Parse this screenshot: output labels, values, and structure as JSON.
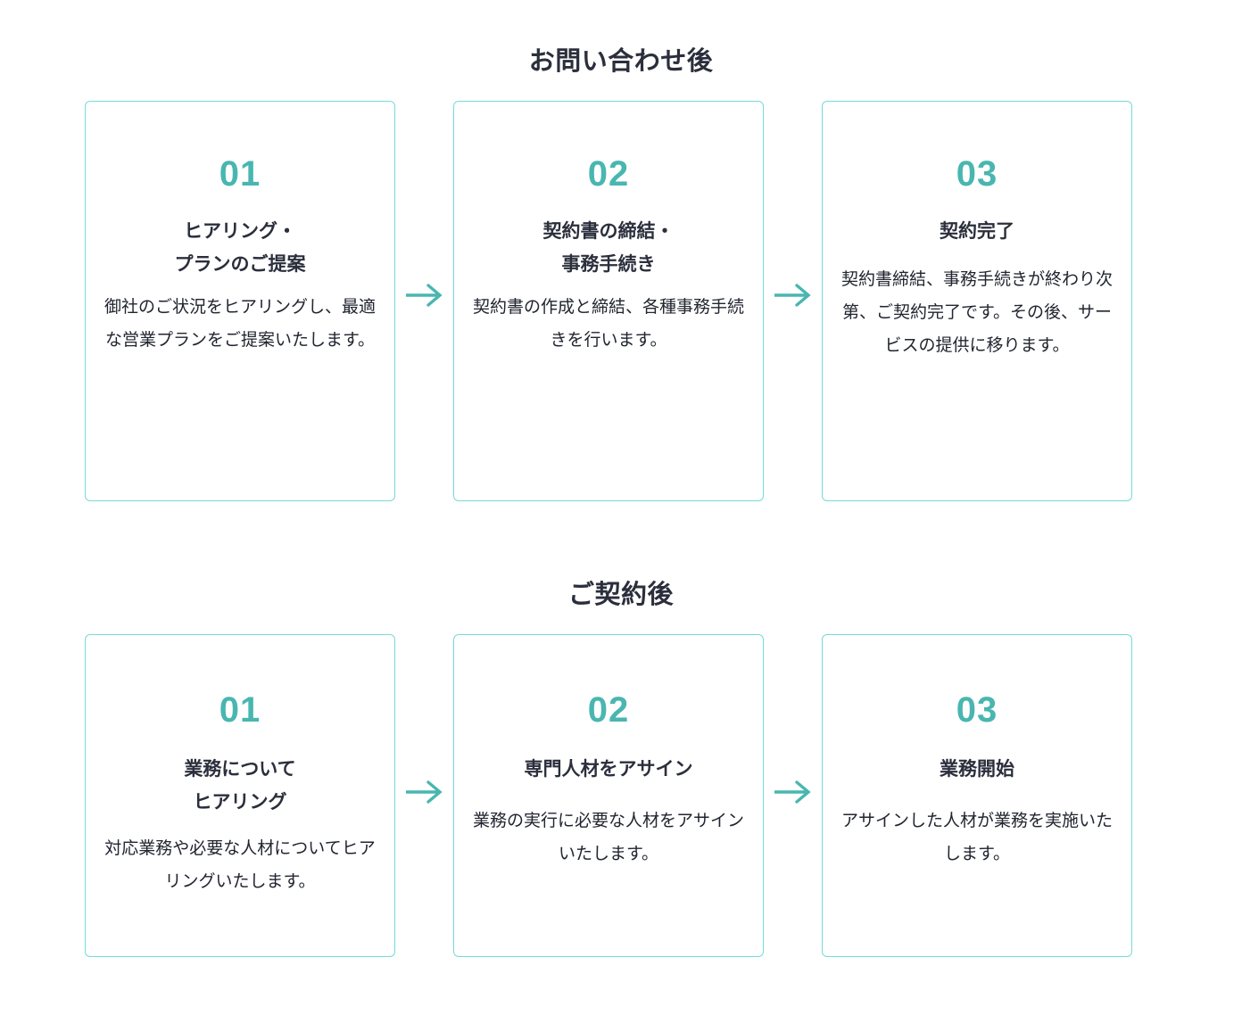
{
  "theme": {
    "accent_number": "#49b6b0",
    "card_border": "#74dada",
    "arrow": "#49b6b0",
    "heading_text": "#2b2f3c",
    "body_text": "#21252f",
    "background": "#ffffff"
  },
  "sections": [
    {
      "heading": "お問い合わせ後",
      "steps": [
        {
          "number": "01",
          "title": "ヒアリング・\nプランのご提案",
          "body": "御社のご状況をヒアリングし、最適な営業プランをご提案いたします。"
        },
        {
          "number": "02",
          "title": "契約書の締結・\n事務手続き",
          "body": "契約書の作成と締結、各種事務手続きを行います。"
        },
        {
          "number": "03",
          "title": "契約完了",
          "body": "契約書締結、事務手続きが終わり次第、ご契約完了です。その後、サービスの提供に移ります。"
        }
      ],
      "connectors": [
        {
          "icon": "arrow-right-icon"
        },
        {
          "icon": "arrow-right-icon"
        }
      ]
    },
    {
      "heading": "ご契約後",
      "steps": [
        {
          "number": "01",
          "title": "業務について\nヒアリング",
          "body": "対応業務や必要な人材についてヒアリングいたします。"
        },
        {
          "number": "02",
          "title": "専門人材をアサイン",
          "body": "業務の実行に必要な人材をアサインいたします。"
        },
        {
          "number": "03",
          "title": "業務開始",
          "body": "アサインした人材が業務を実施いたします。"
        }
      ],
      "connectors": [
        {
          "icon": "arrow-right-icon"
        },
        {
          "icon": "arrow-right-icon"
        }
      ]
    }
  ]
}
